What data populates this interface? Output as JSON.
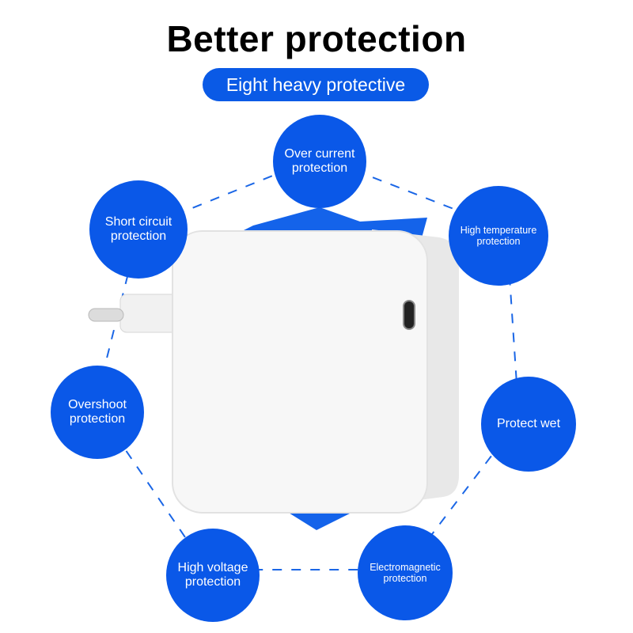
{
  "title": "Better protection",
  "subtitle": "Eight heavy protective",
  "features": [
    {
      "text": "Over current\nprotection"
    },
    {
      "text": "Short circuit\nprotection"
    },
    {
      "text": "High temperature\nprotection"
    },
    {
      "text": "Overshoot\nprotection"
    },
    {
      "text": "Protect wet"
    },
    {
      "text": "High voltage\nprotection"
    },
    {
      "text": "Electromagnetic\nprotection"
    }
  ],
  "colors": {
    "accent": "#0a5ae6",
    "dashes": "#1a66e6",
    "background": "#ffffff"
  }
}
